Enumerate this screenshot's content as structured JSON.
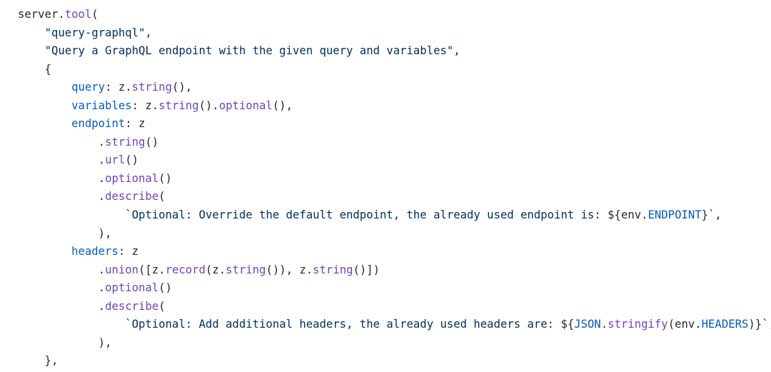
{
  "colors": {
    "plain": "#24292e",
    "string": "#032f62",
    "method": "#6f42c1",
    "property": "#005cc5",
    "background": "#ffffff"
  },
  "code_lines": [
    [
      {
        "t": "server.",
        "c": "p"
      },
      {
        "t": "tool",
        "c": "m"
      },
      {
        "t": "(",
        "c": "p"
      }
    ],
    [
      {
        "t": "    ",
        "c": "p"
      },
      {
        "t": "\"query-graphql\"",
        "c": "s"
      },
      {
        "t": ",",
        "c": "p"
      }
    ],
    [
      {
        "t": "    ",
        "c": "p"
      },
      {
        "t": "\"Query a GraphQL endpoint with the given query and variables\"",
        "c": "s"
      },
      {
        "t": ",",
        "c": "p"
      }
    ],
    [
      {
        "t": "    {",
        "c": "p"
      }
    ],
    [
      {
        "t": "        ",
        "c": "p"
      },
      {
        "t": "query",
        "c": "k"
      },
      {
        "t": ": z.",
        "c": "p"
      },
      {
        "t": "string",
        "c": "m"
      },
      {
        "t": "(),",
        "c": "p"
      }
    ],
    [
      {
        "t": "        ",
        "c": "p"
      },
      {
        "t": "variables",
        "c": "k"
      },
      {
        "t": ": z.",
        "c": "p"
      },
      {
        "t": "string",
        "c": "m"
      },
      {
        "t": "().",
        "c": "p"
      },
      {
        "t": "optional",
        "c": "m"
      },
      {
        "t": "(),",
        "c": "p"
      }
    ],
    [
      {
        "t": "        ",
        "c": "p"
      },
      {
        "t": "endpoint",
        "c": "k"
      },
      {
        "t": ": z",
        "c": "p"
      }
    ],
    [
      {
        "t": "            .",
        "c": "p"
      },
      {
        "t": "string",
        "c": "m"
      },
      {
        "t": "()",
        "c": "p"
      }
    ],
    [
      {
        "t": "            .",
        "c": "p"
      },
      {
        "t": "url",
        "c": "m"
      },
      {
        "t": "()",
        "c": "p"
      }
    ],
    [
      {
        "t": "            .",
        "c": "p"
      },
      {
        "t": "optional",
        "c": "m"
      },
      {
        "t": "()",
        "c": "p"
      }
    ],
    [
      {
        "t": "            .",
        "c": "p"
      },
      {
        "t": "describe",
        "c": "m"
      },
      {
        "t": "(",
        "c": "p"
      }
    ],
    [
      {
        "t": "                ",
        "c": "p"
      },
      {
        "t": "`Optional: Override the default endpoint, the already used endpoint is: ",
        "c": "s"
      },
      {
        "t": "${env.",
        "c": "p"
      },
      {
        "t": "ENDPOINT",
        "c": "c"
      },
      {
        "t": "}",
        "c": "p"
      },
      {
        "t": "`",
        "c": "s"
      },
      {
        "t": ",",
        "c": "p"
      }
    ],
    [
      {
        "t": "            ),",
        "c": "p"
      }
    ],
    [
      {
        "t": "        ",
        "c": "p"
      },
      {
        "t": "headers",
        "c": "k"
      },
      {
        "t": ": z",
        "c": "p"
      }
    ],
    [
      {
        "t": "            .",
        "c": "p"
      },
      {
        "t": "union",
        "c": "m"
      },
      {
        "t": "([z.",
        "c": "p"
      },
      {
        "t": "record",
        "c": "m"
      },
      {
        "t": "(z.",
        "c": "p"
      },
      {
        "t": "string",
        "c": "m"
      },
      {
        "t": "()), z.",
        "c": "p"
      },
      {
        "t": "string",
        "c": "m"
      },
      {
        "t": "()])",
        "c": "p"
      }
    ],
    [
      {
        "t": "            .",
        "c": "p"
      },
      {
        "t": "optional",
        "c": "m"
      },
      {
        "t": "()",
        "c": "p"
      }
    ],
    [
      {
        "t": "            .",
        "c": "p"
      },
      {
        "t": "describe",
        "c": "m"
      },
      {
        "t": "(",
        "c": "p"
      }
    ],
    [
      {
        "t": "                ",
        "c": "p"
      },
      {
        "t": "`Optional: Add additional headers, the already used headers are: ",
        "c": "s"
      },
      {
        "t": "${",
        "c": "p"
      },
      {
        "t": "JSON",
        "c": "c"
      },
      {
        "t": ".",
        "c": "p"
      },
      {
        "t": "stringify",
        "c": "m"
      },
      {
        "t": "(env.",
        "c": "p"
      },
      {
        "t": "HEADERS",
        "c": "c"
      },
      {
        "t": ")}",
        "c": "p"
      },
      {
        "t": "`",
        "c": "s"
      },
      {
        "t": ",",
        "c": "p"
      }
    ],
    [
      {
        "t": "            ),",
        "c": "p"
      }
    ],
    [
      {
        "t": "    },",
        "c": "p"
      }
    ]
  ]
}
